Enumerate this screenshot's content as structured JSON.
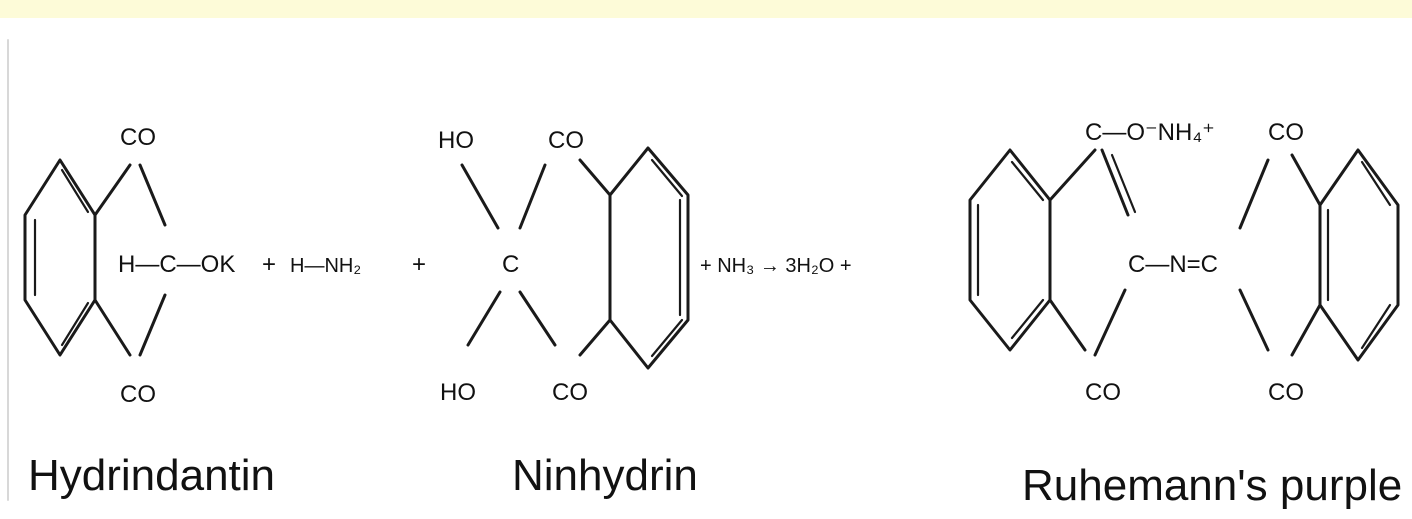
{
  "hydrindantin": {
    "top_group": "CO",
    "bottom_group": "CO",
    "center_formula": "H—C—OK",
    "name": "Hydrindantin"
  },
  "operators": {
    "plus1": "+",
    "ammonia_reactant": "H—NH₂",
    "plus2": "+",
    "plus3": "+ NH₃ → 3H₂O +"
  },
  "ninhydrin": {
    "top_left": "HO",
    "top_right": "CO",
    "center": "C",
    "bottom_left": "HO",
    "bottom_right": "CO",
    "name": "Ninhydrin"
  },
  "ruhemann": {
    "top_formula": "C—O⁻NH₄⁺",
    "top_right_group": "CO",
    "center_formula": "C—N=C",
    "bottom_left_group": "CO",
    "bottom_right_group": "CO",
    "name": "Ruhemann's purple"
  }
}
